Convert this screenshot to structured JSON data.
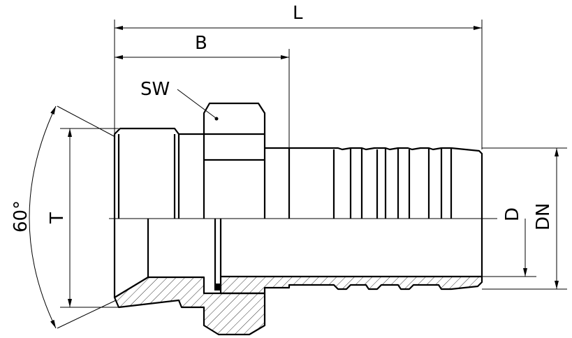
{
  "drawing": {
    "labels": {
      "overall_length": "L",
      "body_length": "B",
      "wrench_size": "SW",
      "thread": "T",
      "angle": "60°",
      "inner_diameter": "D",
      "nominal_diameter": "DN"
    }
  }
}
